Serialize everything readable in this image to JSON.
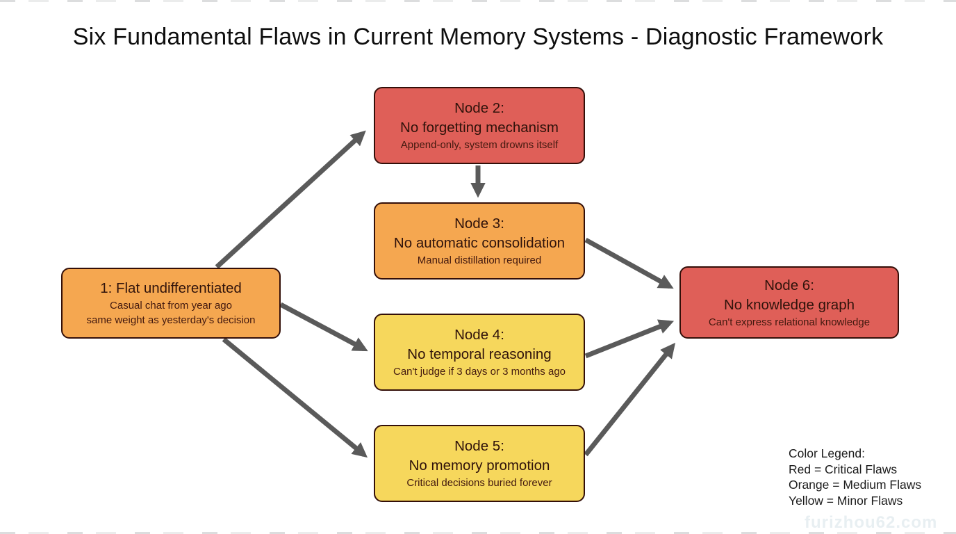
{
  "title": "Six Fundamental Flaws in Current Memory Systems - Diagnostic Framework",
  "colors": {
    "red": "#df5f58",
    "orange": "#f5a750",
    "yellow": "#f6d75c",
    "node_border": "#330f09",
    "arrow": "#5a5a5a",
    "background": "#ffffff"
  },
  "nodes": [
    {
      "id": "node1",
      "severity": "orange",
      "lines": [
        "1: Flat undifferentiated"
      ],
      "sub": [
        "Casual chat from year ago",
        "same weight as yesterday's decision"
      ]
    },
    {
      "id": "node2",
      "severity": "red",
      "lines": [
        "Node 2:",
        "No forgetting mechanism"
      ],
      "sub": [
        "Append-only, system drowns itself"
      ]
    },
    {
      "id": "node3",
      "severity": "orange",
      "lines": [
        "Node 3:",
        "No automatic consolidation"
      ],
      "sub": [
        "Manual distillation required"
      ]
    },
    {
      "id": "node4",
      "severity": "yellow",
      "lines": [
        "Node 4:",
        "No temporal reasoning"
      ],
      "sub": [
        "Can't judge if 3 days or 3 months ago"
      ]
    },
    {
      "id": "node5",
      "severity": "yellow",
      "lines": [
        "Node 5:",
        "No memory promotion"
      ],
      "sub": [
        "Critical decisions buried forever"
      ]
    },
    {
      "id": "node6",
      "severity": "red",
      "lines": [
        "Node 6:",
        "No knowledge graph"
      ],
      "sub": [
        "Can't express relational knowledge"
      ]
    }
  ],
  "edges": [
    [
      "node1",
      "node2"
    ],
    [
      "node1",
      "node4"
    ],
    [
      "node1",
      "node5"
    ],
    [
      "node2",
      "node3"
    ],
    [
      "node3",
      "node6"
    ],
    [
      "node4",
      "node6"
    ],
    [
      "node5",
      "node6"
    ]
  ],
  "legend": {
    "title": "Color Legend:",
    "entries": [
      "Red = Critical Flaws",
      "Orange = Medium Flaws",
      "Yellow = Minor Flaws"
    ]
  },
  "watermark": "furizhou62.com"
}
